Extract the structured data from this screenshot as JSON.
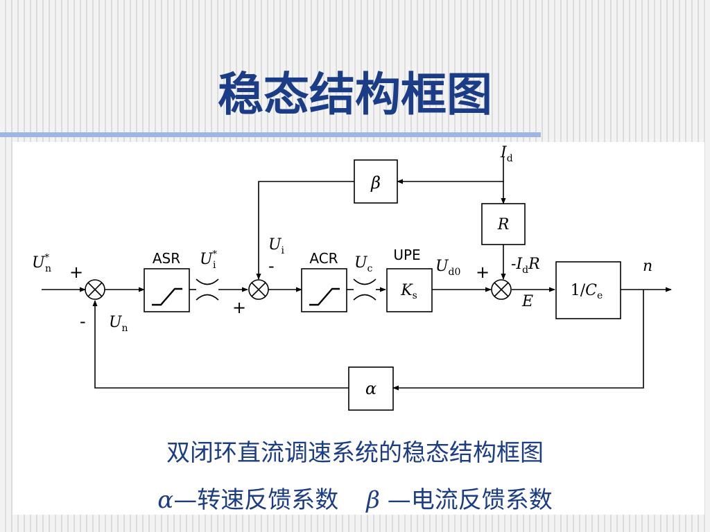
{
  "slide": {
    "title": "稳态结构框图",
    "caption_main": "双闭环直流调速系统的稳态结构框图",
    "caption_alpha_symbol": "α",
    "caption_alpha_text": "—转速反馈系数",
    "caption_beta_symbol": "β",
    "caption_beta_text": "—电流反馈系数"
  },
  "diagram": {
    "blocks": {
      "asr_label": "ASR",
      "acr_label": "ACR",
      "upe_label": "UPE",
      "ks_main": "K",
      "ks_sub": "s",
      "plant_prefix": "1/",
      "plant_main": "C",
      "plant_sub": "e",
      "beta": "β",
      "alpha": "α",
      "r": "R"
    },
    "signals": {
      "un_star_main": "U",
      "un_star_sup": "*",
      "un_star_sub": "n",
      "ui_star_main": "U",
      "ui_star_sup": "*",
      "ui_star_sub": "i",
      "ui_main": "U",
      "ui_sub": "i",
      "uc_main": "U",
      "uc_sub": "c",
      "ud0_main": "U",
      "ud0_sub": "d0",
      "un_main": "U",
      "un_sub": "n",
      "id_main": "I",
      "id_sub": "d",
      "idr_minus": "-",
      "idr_main": "I",
      "idr_sub": "d",
      "idr_r": "R",
      "e": "E",
      "n": "n"
    },
    "signs": {
      "plus1": "+",
      "minus1": "-",
      "minus2": "-",
      "plus2": "+",
      "plus3": "+"
    }
  }
}
